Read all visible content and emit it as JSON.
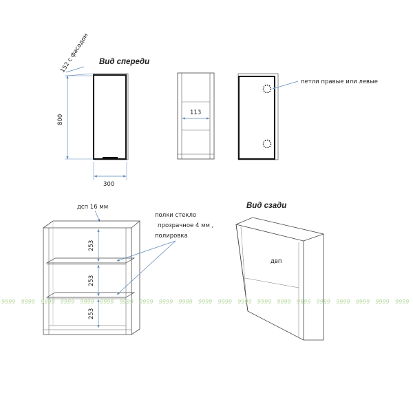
{
  "front_view": {
    "title": "Вид спереди",
    "depth_label": "152 с фасадом",
    "height_label": "800",
    "width_label": "300"
  },
  "section_view": {
    "depth_label": "113"
  },
  "hinge_view": {
    "hinges_label": "петли правые или левые"
  },
  "open_view": {
    "material_label": "дсп 16 мм",
    "shelves_label_lines": [
      "полки стекло",
      "прозрачное 4 мм ,",
      "полировка"
    ],
    "shelf_spacing": [
      "253",
      "253",
      "253"
    ]
  },
  "back_view": {
    "title": "Вид сзади",
    "back_material_label": "двп"
  },
  "watermark": {
    "token": "9999"
  },
  "colors": {
    "line": "#333333",
    "thick": "#111111",
    "dimension": "#5b86b8",
    "watermark": "#b5d89c"
  }
}
